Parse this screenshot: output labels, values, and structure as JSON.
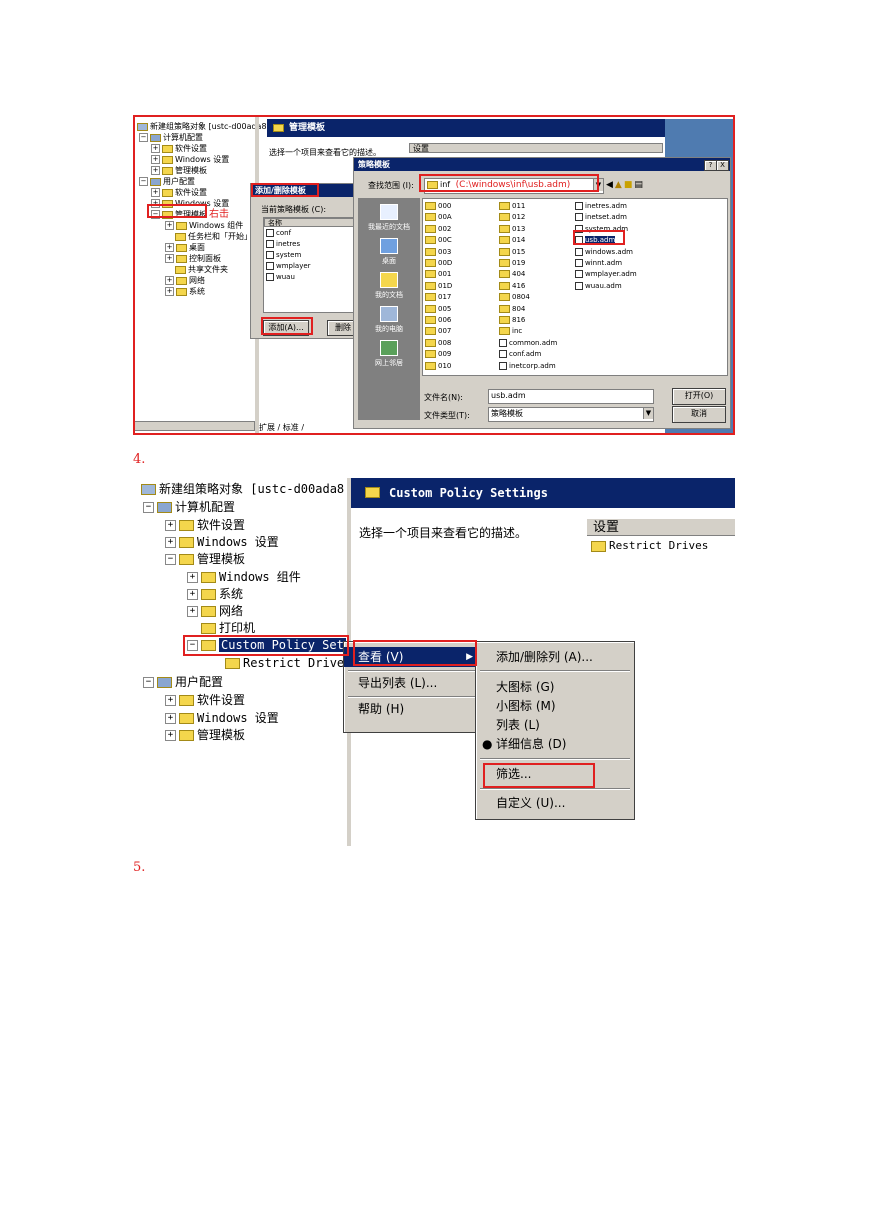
{
  "shot1": {
    "tree": [
      "新建组策略对象 [ustc-d00ada8",
      "计算机配置",
      "软件设置",
      "Windows 设置",
      "管理模板",
      "用户配置",
      "软件设置",
      "Windows 设置",
      "管理模板",
      "Windows 组件",
      "任务栏和「开始」",
      "桌面",
      "控制面板",
      "共享文件夹",
      "网络",
      "系统"
    ],
    "right_click_note": "右击",
    "right_header": "管理模板",
    "desc_prompt": "选择一个项目来查看它的描述。",
    "settings_col": "设置",
    "addremove_dialog": {
      "title": "添加/删除模板",
      "current_label": "当前策略模板 (C):",
      "name_col": "名称",
      "items": [
        "conf",
        "inetres",
        "system",
        "wmplayer",
        "wuau"
      ],
      "add_btn": "添加(A)...",
      "remove_btn": "删除"
    },
    "file_dialog": {
      "title": "策略模板",
      "help_btn": "?",
      "close_btn": "X",
      "lookin_label": "查找范围 (I):",
      "lookin_value": "inf",
      "path_annotation": "(C:\\windows\\inf\\usb.adm)",
      "places": [
        "我最近的文档",
        "桌面",
        "我的文档",
        "我的电脑",
        "网上邻居"
      ],
      "col1": [
        "000",
        "00A",
        "002",
        "00C",
        "003",
        "00D",
        "001",
        "01D",
        "017",
        "005",
        "006",
        "007",
        "008",
        "009",
        "010"
      ],
      "col2": [
        "011",
        "012",
        "013",
        "014",
        "015",
        "019",
        "404",
        "416",
        "0804",
        "804",
        "816",
        "inc",
        "common.adm",
        "conf.adm",
        "inetcorp.adm"
      ],
      "col3": [
        "inetres.adm",
        "inetset.adm",
        "system.adm",
        "usb.adm",
        "windows.adm",
        "winnt.adm",
        "wmplayer.adm",
        "wuau.adm"
      ],
      "filename_label": "文件名(N):",
      "filename_value": "usb.adm",
      "filetype_label": "文件类型(T):",
      "filetype_value": "策略模板",
      "open_btn": "打开(O)",
      "cancel_btn": "取消"
    },
    "bottom_tabs": "扩展 / 标准 /"
  },
  "label4": "4.",
  "shot2": {
    "tree": [
      "新建组策略对象 [ustc-d00ada8",
      "计算机配置",
      "软件设置",
      "Windows 设置",
      "管理模板",
      "Windows 组件",
      "系统",
      "网络",
      "打印机",
      "Custom Policy Set",
      "Restrict Drives",
      "用户配置",
      "软件设置",
      "Windows 设置",
      "管理模板"
    ],
    "header": "Custom Policy Settings",
    "desc_prompt": "选择一个项目来查看它的描述。",
    "settings_col": "设置",
    "settings_item": "Restrict Drives",
    "context_menu": [
      "查看 (V)",
      "导出列表 (L)...",
      "帮助 (H)"
    ],
    "submenu": [
      "添加/删除列 (A)...",
      "大图标 (G)",
      "小图标 (M)",
      "列表 (L)",
      "详细信息 (D)",
      "筛选...",
      "自定义 (U)..."
    ]
  },
  "label5": "5.",
  "colors": {
    "annotation_red": "#e02020",
    "title_navy": "#0a246a",
    "win_gray": "#d4d0c8"
  }
}
